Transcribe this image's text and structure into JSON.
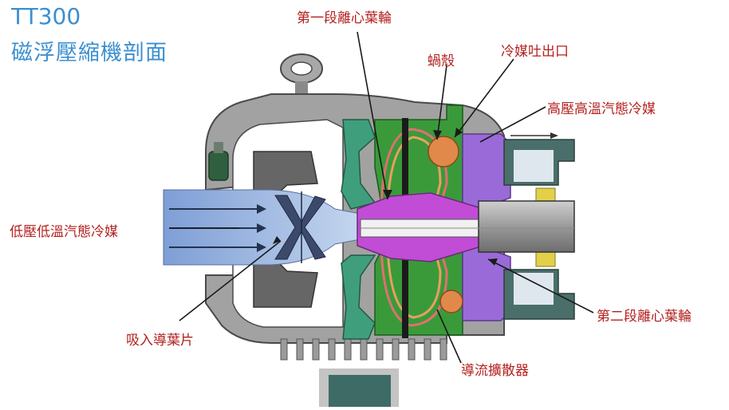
{
  "title": {
    "model": "TT300",
    "subtitle": "磁浮壓縮機剖面"
  },
  "labels": {
    "first_stage_impeller": "第一段離心葉輪",
    "volute": "蝸殼",
    "refrigerant_outlet": "冷媒吐出口",
    "high_pressure_vapor": "高壓高溫汽態冷媒",
    "low_pressure_vapor": "低壓低溫汽態冷媒",
    "inlet_guide_vanes": "吸入導葉片",
    "second_stage_impeller": "第二段離心葉輪",
    "diffuser": "導流擴散器"
  },
  "colors": {
    "title_blue": "#3b8fd0",
    "label_red": "#b3221f",
    "housing_gray": "#9b9b9b",
    "dark_gray": "#5e5e5e",
    "teal_green": "#3f9f7c",
    "impeller_green": "#3a9a3a",
    "purple": "#9a6bd8",
    "magenta": "#c14dd6",
    "inlet_blue": "#9bb6dc",
    "ball_orange": "#e0894a"
  }
}
